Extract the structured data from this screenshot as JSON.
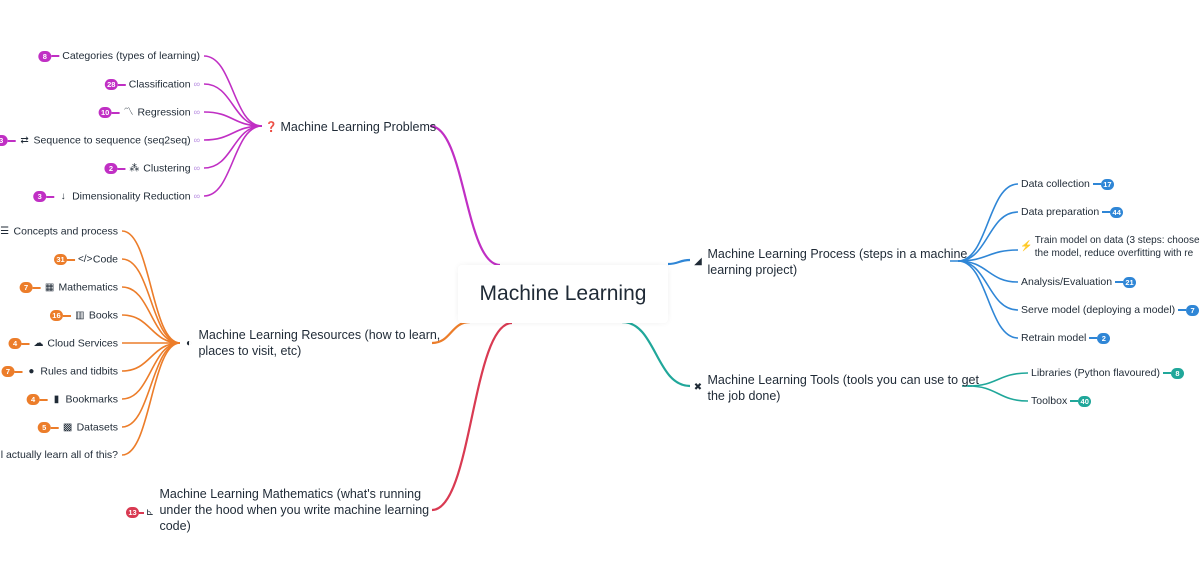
{
  "root": {
    "label": "Machine Learning"
  },
  "colors": {
    "problems": "#c02fc4",
    "resources": "#ec7d2a",
    "mathematics": "#d93a52",
    "process": "#2f86d6",
    "tools": "#20a79a"
  },
  "problems": {
    "label": "Machine Learning Problems",
    "icon": "question-circle-icon",
    "children": [
      {
        "label": "Categories (types of learning)",
        "badge": "8"
      },
      {
        "label": "Classification",
        "badge": "28",
        "link": true
      },
      {
        "label": "Regression",
        "badge": "10",
        "icon": "trend-icon",
        "link": true
      },
      {
        "label": "Sequence to sequence (seq2seq)",
        "badge": "3",
        "icon": "swap-icon",
        "link": true
      },
      {
        "label": "Clustering",
        "badge": "2",
        "icon": "sitemap-icon",
        "link": true
      },
      {
        "label": "Dimensionality Reduction",
        "badge": "3",
        "icon": "arrow-down-icon",
        "link": true
      }
    ]
  },
  "resources": {
    "label_line1": "Machine Learning Resources (how to learn,",
    "label_line2": "places to visit, etc)",
    "icon": "brain-icon",
    "children": [
      {
        "label": "Concepts and process",
        "icon": "list-icon"
      },
      {
        "label": "Code",
        "badge": "31",
        "icon": "code-icon"
      },
      {
        "label": "Mathematics",
        "badge": "7",
        "icon": "calculator-icon"
      },
      {
        "label": "Books",
        "badge": "16",
        "icon": "books-icon"
      },
      {
        "label": "Cloud Services",
        "badge": "4",
        "icon": "cloud-icon"
      },
      {
        "label": "Rules and tidbits",
        "badge": "7",
        "icon": "lightbulb-icon"
      },
      {
        "label": "Bookmarks",
        "badge": "4",
        "icon": "bookmark-icon"
      },
      {
        "label": "Datasets",
        "badge": "5",
        "icon": "dataset-icon"
      },
      {
        "label": "l actually learn all of this?"
      }
    ]
  },
  "mathematics": {
    "label_line1": "Machine Learning Mathematics (what's running",
    "label_line2": "under the hood when you write machine learning",
    "label_line3": "code)",
    "badge": "13",
    "icon": "line-chart-icon"
  },
  "process": {
    "label_line1": "Machine Learning Process (steps in a machine",
    "label_line2": "learning project)",
    "icon": "signal-bars-icon",
    "children": [
      {
        "label": "Data collection",
        "badge": "17"
      },
      {
        "label": "Data preparation",
        "badge": "44"
      },
      {
        "label_line1": "Train model on data (3 steps: choose",
        "label_line2": "the model, reduce overfitting with re",
        "icon": "running-icon"
      },
      {
        "label": "Analysis/Evaluation",
        "badge": "21"
      },
      {
        "label": "Serve model (deploying a model)",
        "badge": "7"
      },
      {
        "label": "Retrain model",
        "badge": "2"
      }
    ]
  },
  "tools": {
    "label_line1": "Machine Learning Tools (tools you can use to get",
    "label_line2": "the job done)",
    "icon": "tools-icon",
    "children": [
      {
        "label": "Libraries (Python flavoured)",
        "badge": "8"
      },
      {
        "label": "Toolbox",
        "badge": "40"
      }
    ]
  }
}
